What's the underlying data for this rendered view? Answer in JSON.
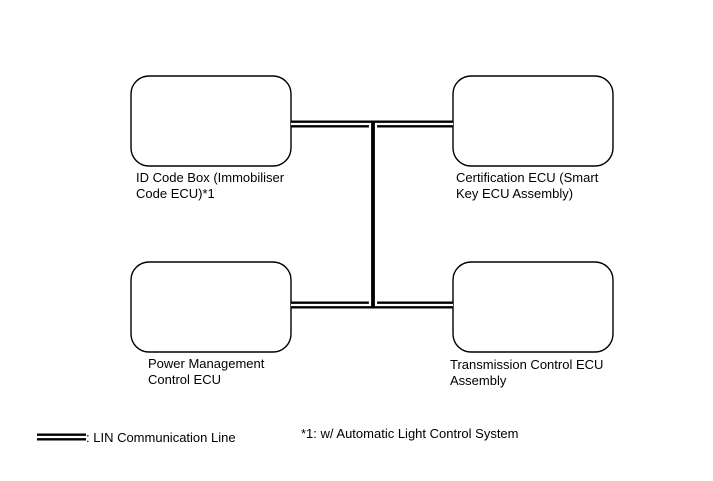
{
  "nodes": {
    "id_code_box": {
      "label_line1": "ID Code Box (Immobiliser",
      "label_line2": "Code ECU)*1"
    },
    "certification_ecu": {
      "label_line1": "Certification ECU (Smart",
      "label_line2": "Key ECU Assembly)"
    },
    "power_management": {
      "label_line1": "Power Management",
      "label_line2": "Control ECU"
    },
    "transmission_control": {
      "label_line1": "Transmission Control ECU",
      "label_line2": "Assembly"
    }
  },
  "legend": {
    "lin_line_label": ": LIN Communication Line",
    "footnote": "*1: w/ Automatic Light Control System"
  }
}
